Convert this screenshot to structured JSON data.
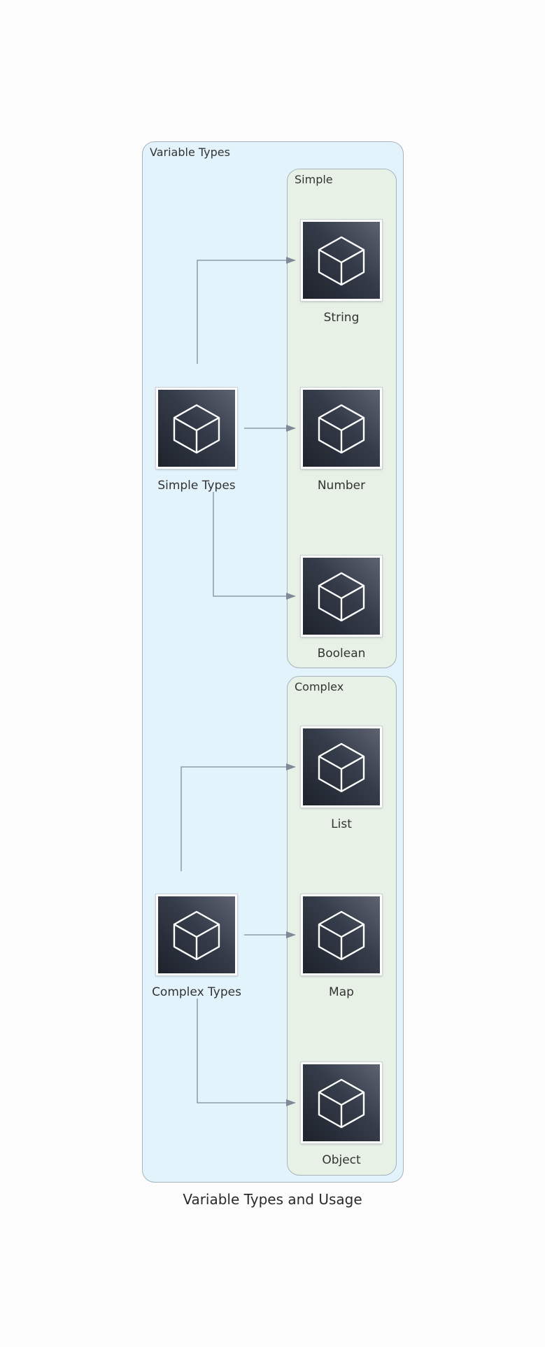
{
  "diagram": {
    "caption": "Variable Types and Usage",
    "groups": {
      "outer": {
        "label": "Variable Types"
      },
      "simple": {
        "label": "Simple"
      },
      "complex": {
        "label": "Complex"
      }
    },
    "nodes": {
      "simple_types": {
        "label": "Simple Types",
        "icon": "cube-icon"
      },
      "complex_types": {
        "label": "Complex Types",
        "icon": "cube-icon"
      },
      "string": {
        "label": "String",
        "icon": "cube-icon"
      },
      "number": {
        "label": "Number",
        "icon": "cube-icon"
      },
      "boolean": {
        "label": "Boolean",
        "icon": "cube-icon"
      },
      "list": {
        "label": "List",
        "icon": "cube-icon"
      },
      "map": {
        "label": "Map",
        "icon": "cube-icon"
      },
      "object": {
        "label": "Object",
        "icon": "cube-icon"
      }
    },
    "edges": [
      {
        "from": "Simple Types",
        "to": "String"
      },
      {
        "from": "Simple Types",
        "to": "Number"
      },
      {
        "from": "Simple Types",
        "to": "Boolean"
      },
      {
        "from": "Complex Types",
        "to": "List"
      },
      {
        "from": "Complex Types",
        "to": "Map"
      },
      {
        "from": "Complex Types",
        "to": "Object"
      }
    ],
    "colors": {
      "outer_fill": "#e2f3fb",
      "inner_fill": "#e8f1e6",
      "group_border": "#a6b3bd",
      "edge": "#7f8a96",
      "icon_dark": "#232833"
    }
  }
}
